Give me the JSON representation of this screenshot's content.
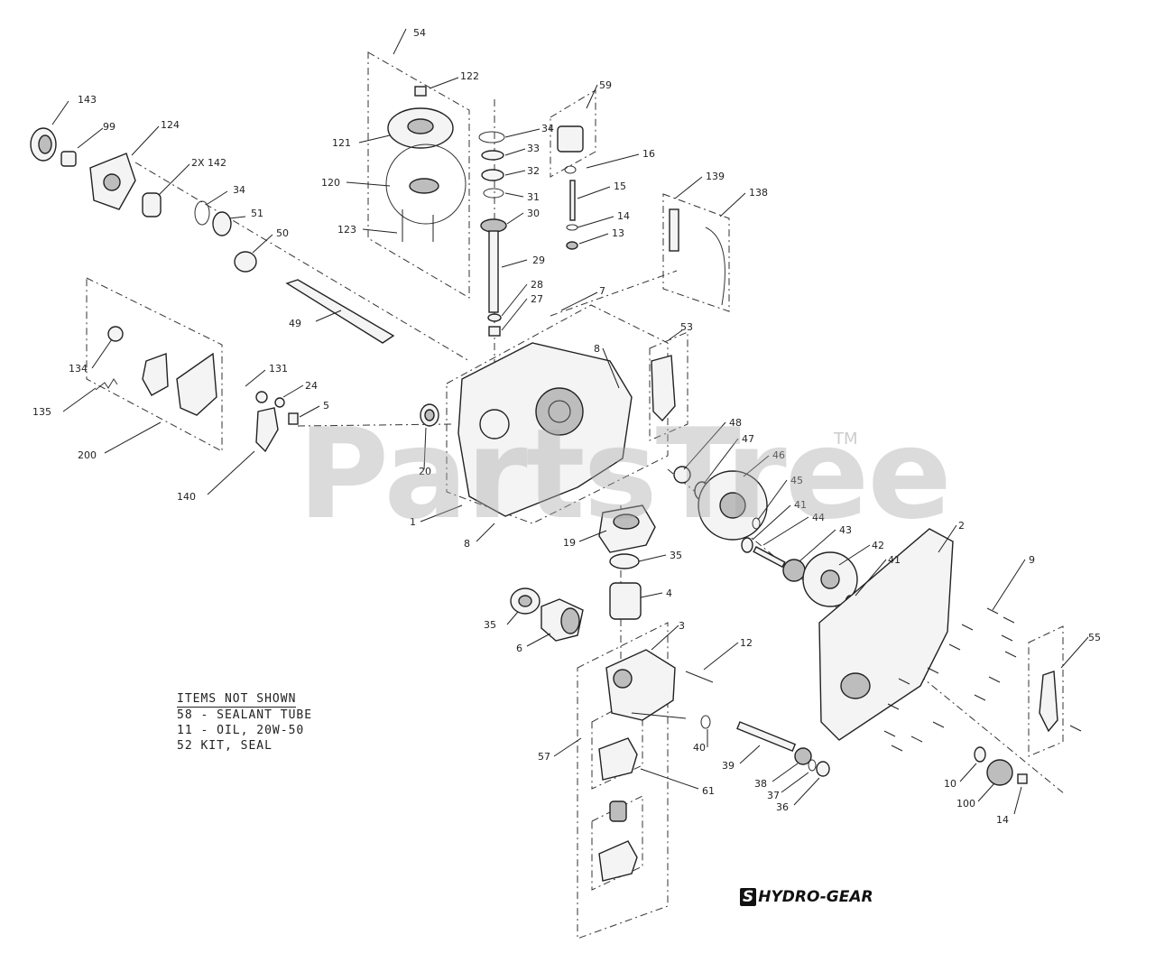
{
  "brand": {
    "watermark": "PartsTree",
    "trademark": "TM",
    "logo_mark": "S",
    "logo_text": "HYDRO-GEAR"
  },
  "notes": {
    "header": "ITEMS NOT SHOWN",
    "lines": [
      "58 - SEALANT TUBE",
      "11 - OIL, 20W-50",
      "52   KIT, SEAL"
    ]
  },
  "callouts": {
    "c54": "54",
    "c122": "122",
    "c121": "121",
    "c120": "120",
    "c123": "123",
    "c143": "143",
    "c99": "99",
    "c124": "124",
    "c2x142": "2X 142",
    "c34a": "34",
    "c51": "51",
    "c50": "50",
    "c49": "49",
    "c34b": "34",
    "c33": "33",
    "c32": "32",
    "c31": "31",
    "c30": "30",
    "c29": "29",
    "c28": "28",
    "c27": "27",
    "c7": "7",
    "c59": "59",
    "c16": "16",
    "c15": "15",
    "c14a": "14",
    "c13": "13",
    "c139": "139",
    "c138": "138",
    "c53": "53",
    "c8a": "8",
    "c134": "134",
    "c135": "135",
    "c131": "131",
    "c24": "24",
    "c5": "5",
    "c200": "200",
    "c20": "20",
    "c140": "140",
    "c1": "1",
    "c8b": "8",
    "c48": "48",
    "c47": "47",
    "c46": "46",
    "c45": "45",
    "c41a": "41",
    "c44": "44",
    "c43": "43",
    "c42": "42",
    "c41b": "41",
    "c2": "2",
    "c9": "9",
    "c55": "55",
    "c19": "19",
    "c35a": "35",
    "c4": "4",
    "c35b": "35",
    "c6": "6",
    "c3": "3",
    "c12": "12",
    "c40": "40",
    "c39": "39",
    "c38": "38",
    "c37": "37",
    "c36": "36",
    "c57": "57",
    "c61": "61",
    "c10": "10",
    "c100": "100",
    "c14b": "14"
  }
}
